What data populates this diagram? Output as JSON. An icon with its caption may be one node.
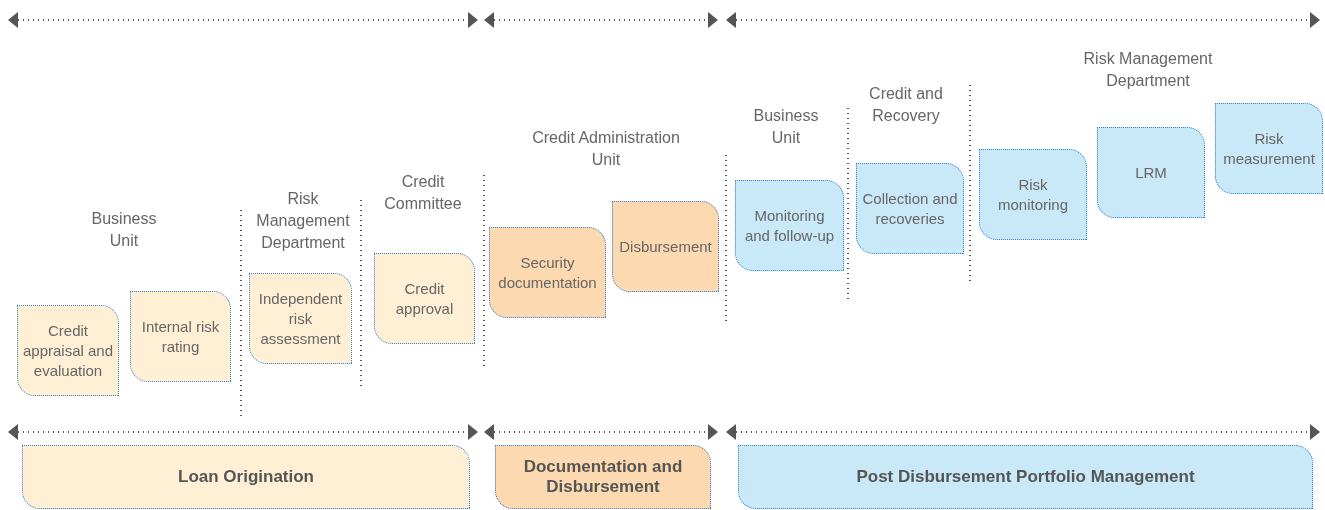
{
  "diagram": {
    "nodes": [
      {
        "text": [
          "Credit appraisal and evaluation"
        ]
      },
      {
        "text": [
          "Internal risk rating"
        ]
      },
      {
        "text": [
          "Independent risk assessment"
        ]
      },
      {
        "text": [
          "Credit approval"
        ]
      },
      {
        "text": [
          "Security documentation"
        ]
      },
      {
        "text": [
          "Disbursement"
        ]
      },
      {
        "text": [
          "Monitoring and follow-up"
        ]
      },
      {
        "text": [
          "Collection and recoveries"
        ]
      },
      {
        "text": [
          "Risk monitoring"
        ]
      },
      {
        "text": [
          "LRM"
        ]
      },
      {
        "text": [
          "Risk measurement"
        ]
      },
      {
        "text": [
          "Loan Origination"
        ]
      },
      {
        "text": [
          "Documentation and Disbursement"
        ]
      },
      {
        "text": [
          "Post Disbursement Portfolio Management"
        ]
      }
    ],
    "labels": [
      "Business Unit",
      "Risk Management Department",
      "Credit Committee",
      "Credit Administration Unit",
      "Business Unit",
      "Credit and Recovery",
      "Risk Management Department"
    ]
  }
}
